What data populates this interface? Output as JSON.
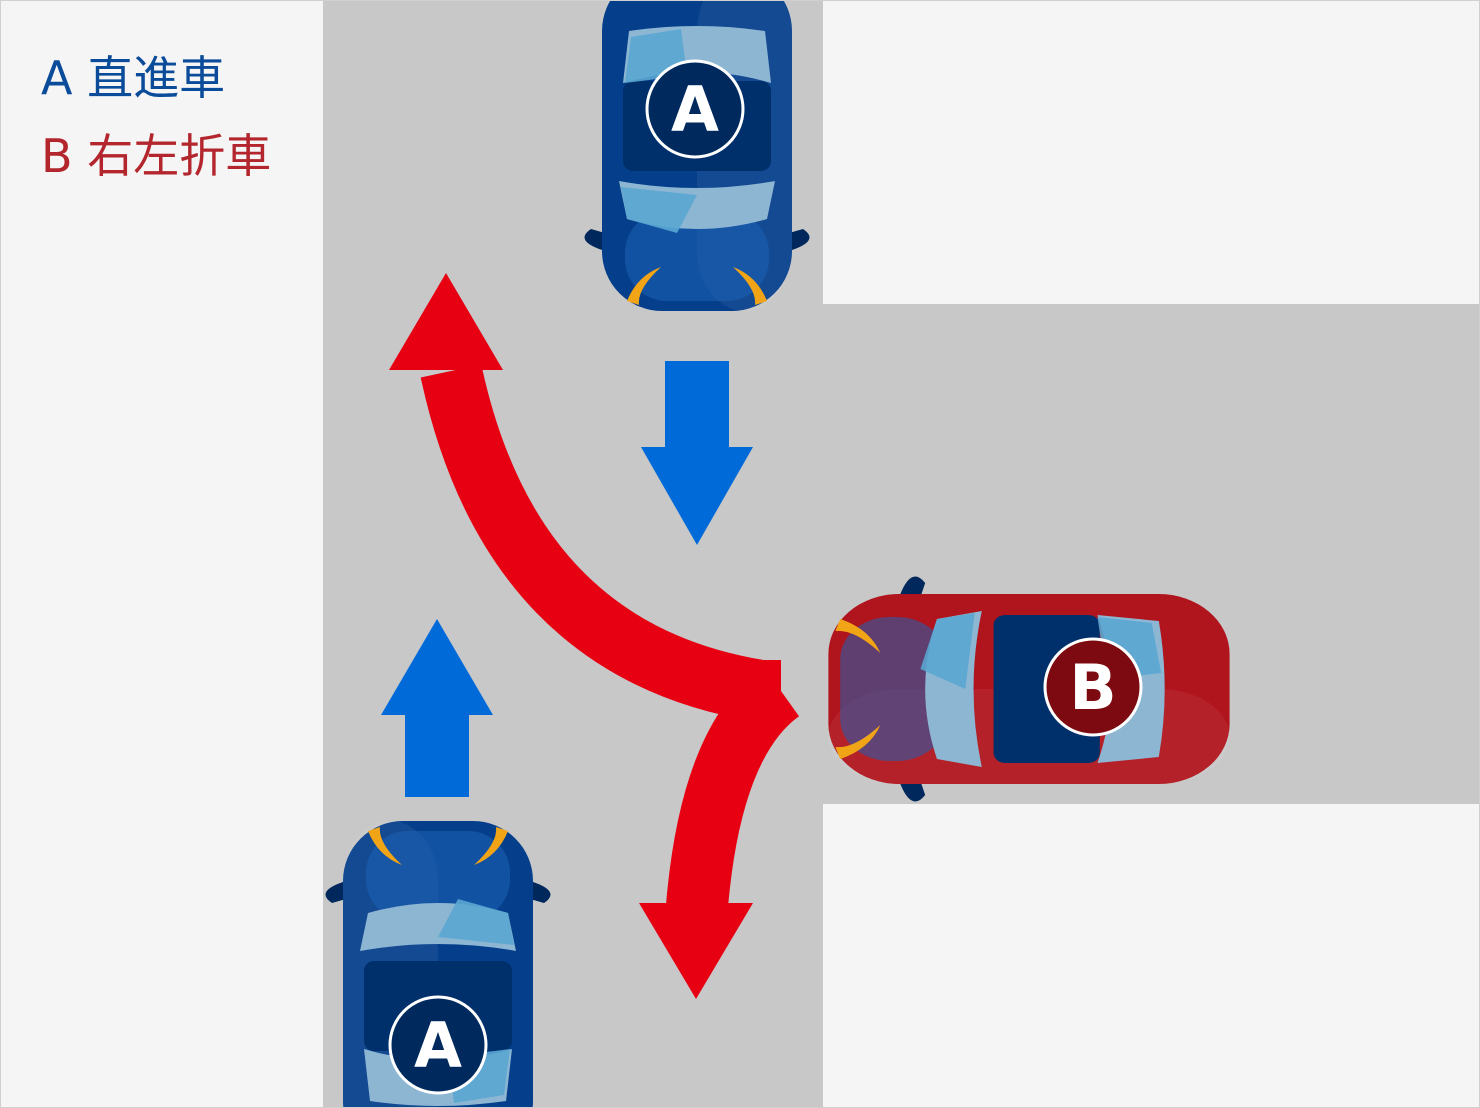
{
  "legend": {
    "a": {
      "letter": "A",
      "text": "直進車",
      "color": "#0a4c9a"
    },
    "b": {
      "letter": "B",
      "text": "右左折車",
      "color": "#b3262d"
    }
  },
  "vehicles": {
    "a_top": {
      "label": "A",
      "heading": "south"
    },
    "a_bottom": {
      "label": "A",
      "heading": "north"
    },
    "b_right": {
      "label": "B",
      "heading": "west"
    }
  },
  "colors": {
    "background": "#f5f5f5",
    "road": "#c8c8c8",
    "car_a_body": "#053f8c",
    "car_b_body": "#b0141c",
    "straight_arrow": "#006ad9",
    "turn_arrow": "#e60012"
  }
}
